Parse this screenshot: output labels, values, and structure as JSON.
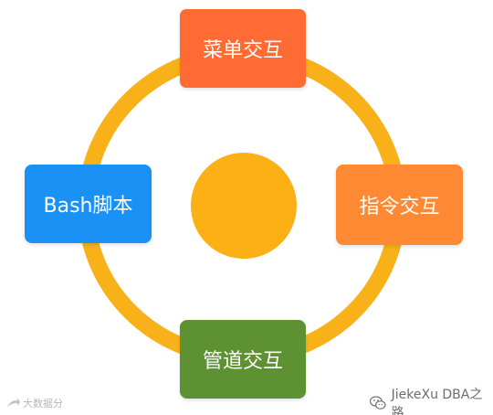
{
  "diagram": {
    "ring_color": "#f9b119",
    "center_color": "#fbb016",
    "nodes": {
      "top": {
        "label": "菜单交互",
        "color": "#ff6b33"
      },
      "right": {
        "label": "指令交互",
        "color": "#ff8a33"
      },
      "left": {
        "label": "Bash脚本",
        "color": "#1991f5"
      },
      "bottom": {
        "label": "管道交互",
        "color": "#5e9131"
      }
    }
  },
  "watermarks": {
    "left_text": "大数据分",
    "left_icon": "share-icon",
    "right_text": "JiekeXu DBA之路",
    "right_icon": "wechat-icon"
  }
}
